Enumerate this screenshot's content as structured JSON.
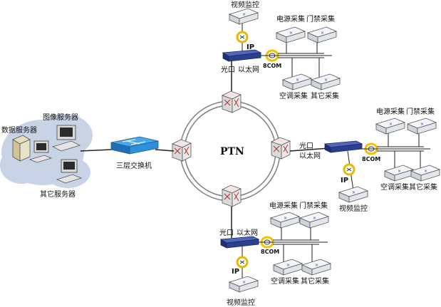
{
  "ring": {
    "label": "PTN"
  },
  "switch": {
    "label": "三层交换机"
  },
  "servers": {
    "data": "数据服务器",
    "image": "图像服务器",
    "other": "其它服务器"
  },
  "sites": {
    "top": {
      "optical_port": "光口",
      "ethernet": "以太网",
      "com": "8COM",
      "ip": "IP",
      "video": "视频监控",
      "power": "电源采集",
      "door": "门禁采集",
      "ac": "空调采集",
      "other": "其它采集"
    },
    "right": {
      "optical_port": "光口",
      "ethernet": "以太网",
      "com": "8COM",
      "ip": "IP",
      "video": "视频监控",
      "power": "电源采集",
      "door": "门禁采集",
      "ac": "空调采集",
      "other": "其它采集"
    },
    "bottom": {
      "optical_port": "光口",
      "ethernet": "以太网",
      "com": "8COM",
      "ip": "IP",
      "video": "视频监控",
      "power": "电源采集",
      "door": "门禁采集",
      "ac": "空调采集",
      "other": "其它采集"
    }
  },
  "colors": {
    "ring": "#7f7f7f",
    "switch": "#2f8fd8",
    "terminal_bar": "#2a3f8f",
    "com_ring": "#f2c200",
    "ip_ring": "#e6b800",
    "cloud": "#c9d3e6"
  }
}
